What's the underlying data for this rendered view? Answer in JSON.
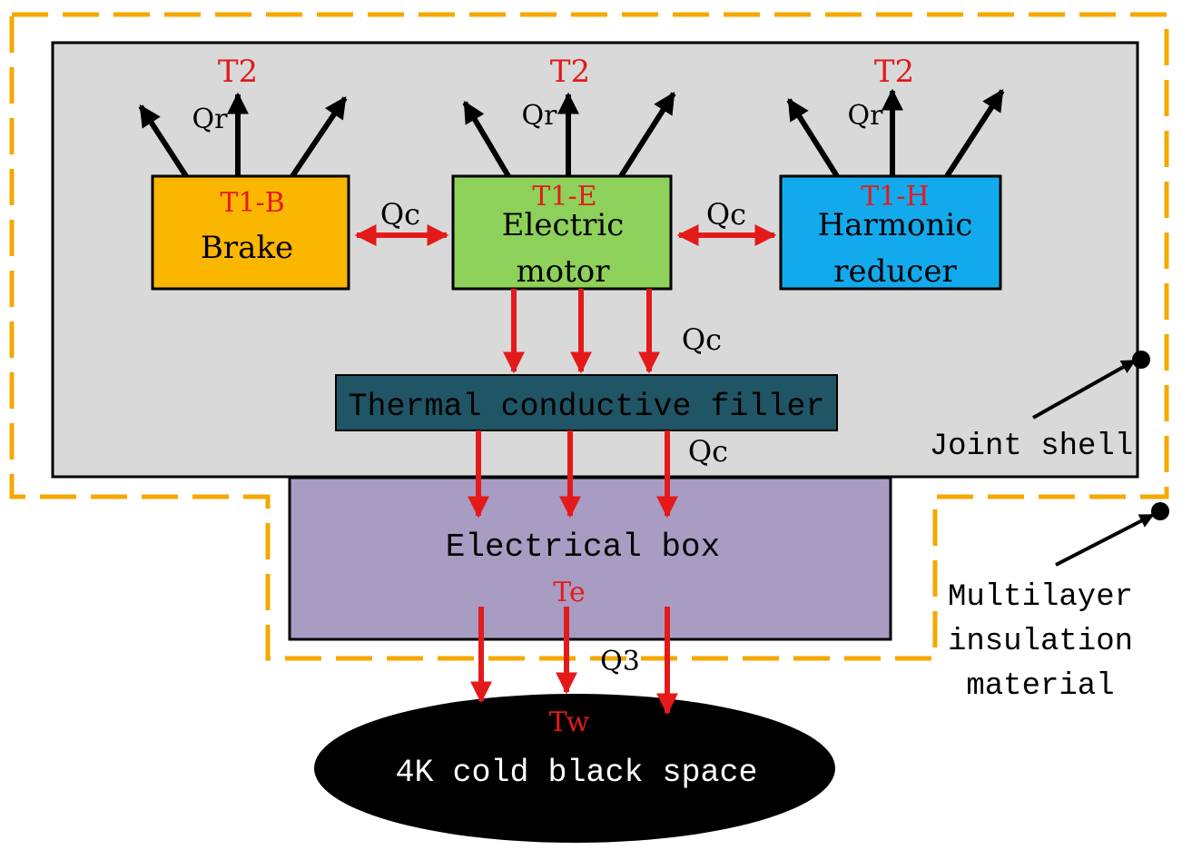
{
  "colors": {
    "shell_fill": "#d9d9d9",
    "insulation": "#f5a800",
    "brake_fill": "#fbb600",
    "motor_fill": "#8ed15a",
    "reducer_fill": "#12aaec",
    "filler_fill": "#1f5565",
    "box_fill": "#a99cc2",
    "heat_arrow": "#e41a1a",
    "radiation_arrow": "#000000",
    "temp_label": "#e41a1a",
    "space_fill": "#000000"
  },
  "components": {
    "brake": {
      "temp": "T1-B",
      "label": "Brake"
    },
    "motor": {
      "temp": "T1-E",
      "label_line1": "Electric",
      "label_line2": "motor"
    },
    "reducer": {
      "temp": "T1-H",
      "label_line1": "Harmonic",
      "label_line2": "reducer"
    },
    "filler": {
      "label": "Thermal conductive filler"
    },
    "electrical_box": {
      "label": "Electrical box",
      "temp": "Te"
    },
    "space": {
      "temp": "Tw",
      "label": "4K cold black space"
    }
  },
  "radiation": {
    "temp": "T2",
    "heat": "Qr"
  },
  "conduction": {
    "heat": "Qc"
  },
  "radiation_to_space": {
    "heat": "Q3"
  },
  "callouts": {
    "joint_shell": "Joint shell",
    "mli_line1": "Multilayer",
    "mli_line2": "insulation",
    "mli_line3": "material"
  }
}
